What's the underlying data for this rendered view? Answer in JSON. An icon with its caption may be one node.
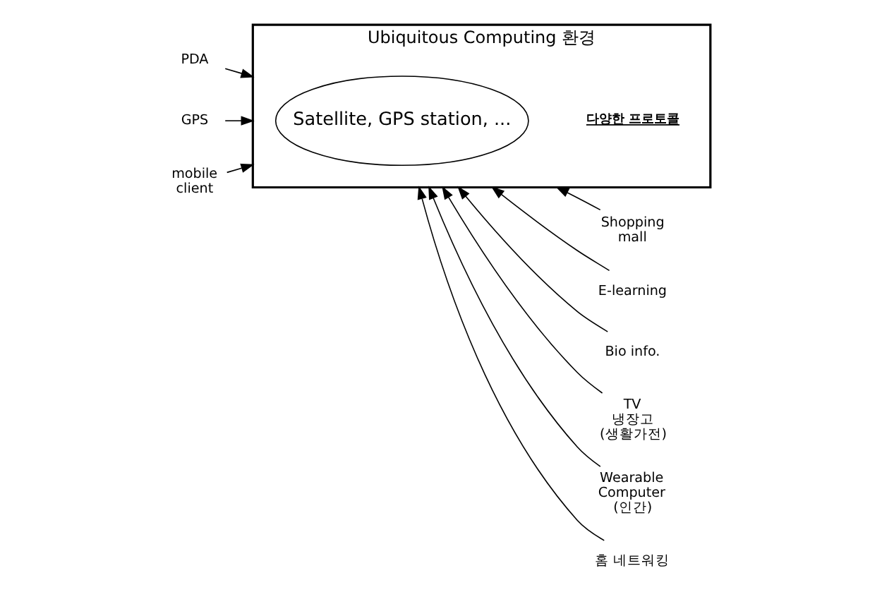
{
  "diagram": {
    "nodes": [
      {
        "text": [
          "Ubiquitous Computing 환경"
        ]
      },
      {
        "text": [
          "Satellite, GPS station, ..."
        ],
        "in": 0
      },
      {
        "text": [
          "PDA"
        ]
      },
      {
        "text": [
          "GPS"
        ]
      },
      {
        "text": [
          "mobile client"
        ]
      },
      {
        "text": [
          "Shopping mall"
        ]
      },
      {
        "text": [
          "E-learning"
        ]
      },
      {
        "text": [
          "Bio info."
        ]
      },
      {
        "text": [
          "TV 냉장고 (생활가전)"
        ]
      },
      {
        "text": [
          "Wearable Computer (인간)"
        ]
      },
      {
        "text": [
          "홈 네트워킹"
        ]
      }
    ],
    "edges": [
      {
        "from": 2,
        "to": 0,
        "arrow": "to"
      },
      {
        "from": 3,
        "to": 0,
        "arrow": "to"
      },
      {
        "from": 4,
        "to": 0,
        "arrow": "to"
      },
      {
        "from": 5,
        "to": 0,
        "arrow": "to"
      },
      {
        "from": 6,
        "to": 0,
        "arrow": "to"
      },
      {
        "from": 7,
        "to": 0,
        "arrow": "to"
      },
      {
        "from": 8,
        "to": 0,
        "arrow": "to"
      },
      {
        "from": 9,
        "to": 0,
        "arrow": "to"
      },
      {
        "from": 10,
        "to": 0,
        "arrow": "to"
      }
    ],
    "labels": [
      "다양한 프로토콜"
    ]
  }
}
